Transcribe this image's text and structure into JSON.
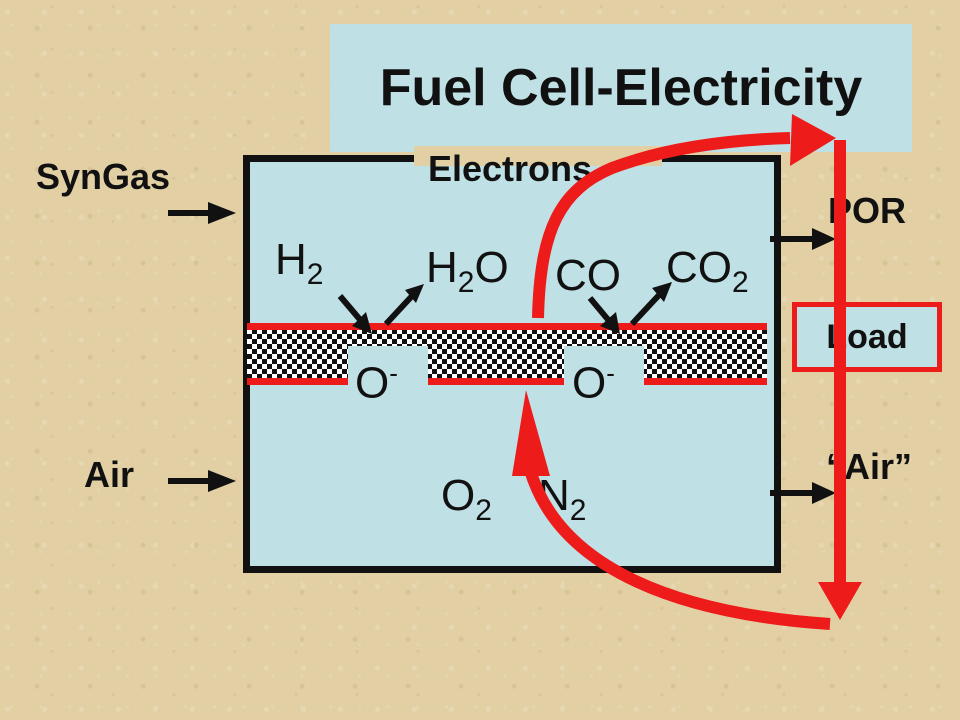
{
  "title": "Fuel Cell-Electricity",
  "labels": {
    "syngas": "SynGas",
    "air_in": "Air",
    "electrons": "Electrons",
    "por": "POR",
    "load": "Load",
    "air_out": "“Air”"
  },
  "species": {
    "h2": {
      "base": "H",
      "sub": "2"
    },
    "h2o": {
      "base": "H",
      "sub": "2",
      "tail": "O"
    },
    "co": {
      "base": "CO"
    },
    "co2": {
      "base": "CO",
      "sub": "2"
    },
    "o_ion_left": {
      "base": "O",
      "sup": "-"
    },
    "o_ion_right": {
      "base": "O",
      "sup": "-"
    },
    "o2": {
      "base": "O",
      "sub": "2"
    },
    "n2": {
      "base": "N",
      "sub": "2"
    }
  },
  "colors": {
    "panel": "#bfe0e4",
    "circuit": "#ee1b1b",
    "background": "#e2d0a4"
  }
}
